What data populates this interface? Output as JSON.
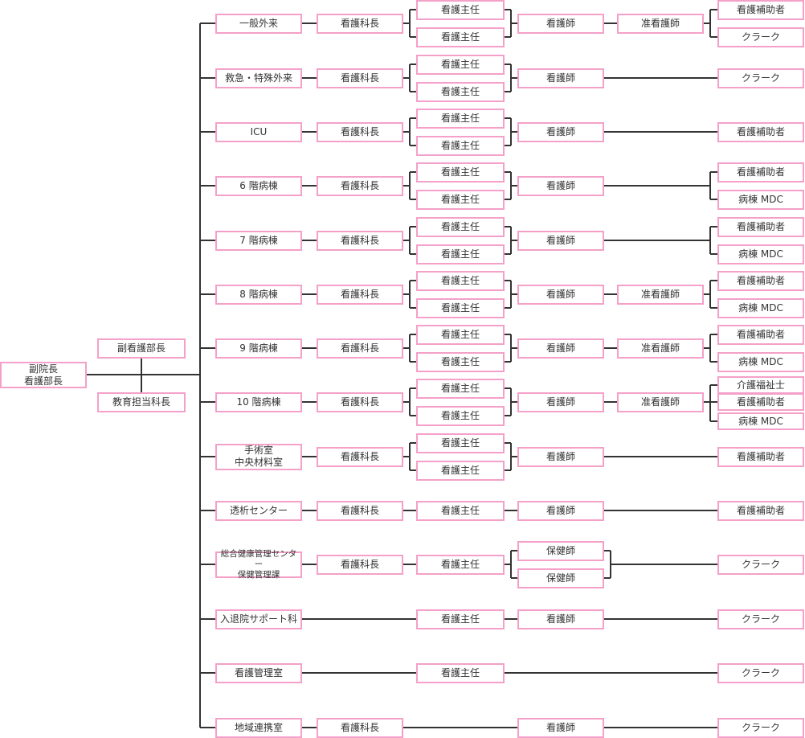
{
  "top": {
    "head": "副院長\n看護部長",
    "deputy": "副看護部長",
    "edu": "教育担当科長"
  },
  "labels": {
    "chief": "看護科長",
    "lead": "看護主任",
    "nurse": "看護師",
    "assoc": "准看護師",
    "aide": "看護補助者",
    "clerk": "クラーク",
    "mdc": "病棟 MDC",
    "care": "介護福祉士",
    "phn": "保健師"
  },
  "departments": [
    {
      "name": "一般外来",
      "assoc": true,
      "staff": [
        "aide",
        "clerk"
      ]
    },
    {
      "name": "救急・特殊外来",
      "staff": [
        "clerk"
      ]
    },
    {
      "name": "ICU",
      "staff": [
        "aide"
      ]
    },
    {
      "name": "6 階病棟",
      "staff": [
        "aide",
        "mdc"
      ]
    },
    {
      "name": "7 階病棟",
      "staff": [
        "aide",
        "mdc"
      ]
    },
    {
      "name": "8 階病棟",
      "assoc": true,
      "staff": [
        "aide",
        "mdc"
      ]
    },
    {
      "name": "9 階病棟",
      "assoc": true,
      "staff": [
        "aide",
        "mdc"
      ]
    },
    {
      "name": "10 階病棟",
      "assoc": true,
      "staff": [
        "care",
        "aide",
        "mdc"
      ]
    },
    {
      "name": "手術室\n中央材料室",
      "staff": [
        "aide"
      ]
    },
    {
      "name": "透析センター",
      "singleLead": true,
      "staff": [
        "aide"
      ]
    },
    {
      "name": "総合健康管理センター\n保健管理課",
      "singleLead": true,
      "phn": true,
      "staff": [
        "clerk"
      ]
    },
    {
      "name": "入退院サポート科",
      "noChief": true,
      "singleLead": true,
      "staff": [
        "clerk"
      ]
    },
    {
      "name": "看護管理室",
      "noChief": true,
      "singleLead": true,
      "noNurse": true,
      "staff": [
        "clerk"
      ]
    },
    {
      "name": "地域連携室",
      "noLead": true,
      "staff": [
        "clerk"
      ]
    }
  ]
}
